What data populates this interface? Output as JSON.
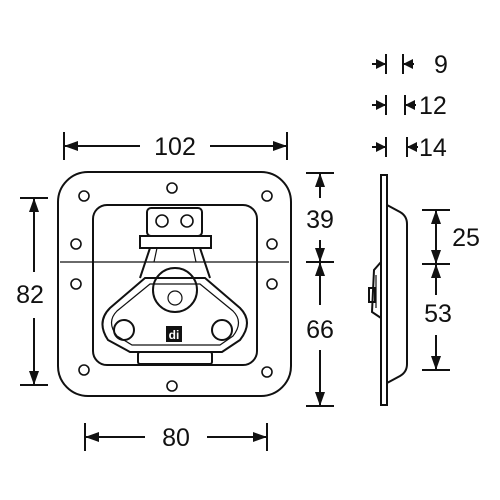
{
  "drawing": {
    "dimensions": {
      "overall_width": "102",
      "recess_width": "80",
      "overall_height": "82",
      "upper_height": "39",
      "lower_height": "66",
      "side_upper": "25",
      "side_lower": "53",
      "thickness_1": "9",
      "thickness_2": "12",
      "thickness_3": "14"
    },
    "logo_text": "di"
  }
}
